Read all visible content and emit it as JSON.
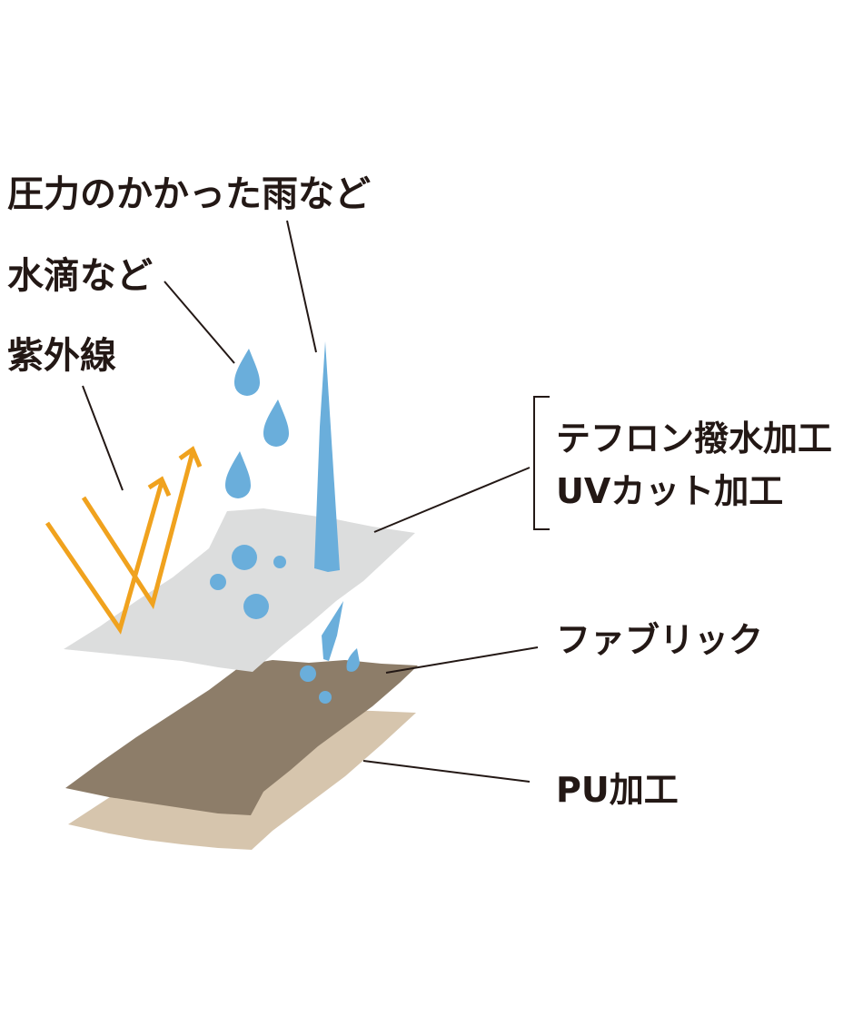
{
  "labels": {
    "pressure_rain": "圧力のかかった雨など",
    "water_drops": "水滴など",
    "ultraviolet": "紫外線",
    "teflon": "テフロン撥水加工",
    "uv_cut": "UVカット加工",
    "fabric": "ファブリック",
    "pu": "PU加工"
  },
  "colors": {
    "water_blue": "#6aaedb",
    "uv_orange": "#f0a21e",
    "top_layer": "#dcdddd",
    "fabric_layer": "#8d7d69",
    "pu_layer": "#d6c5ad",
    "line": "#231815"
  },
  "icons": [
    "water-drop-icon",
    "rain-jet-icon",
    "uv-arrow-icon"
  ]
}
